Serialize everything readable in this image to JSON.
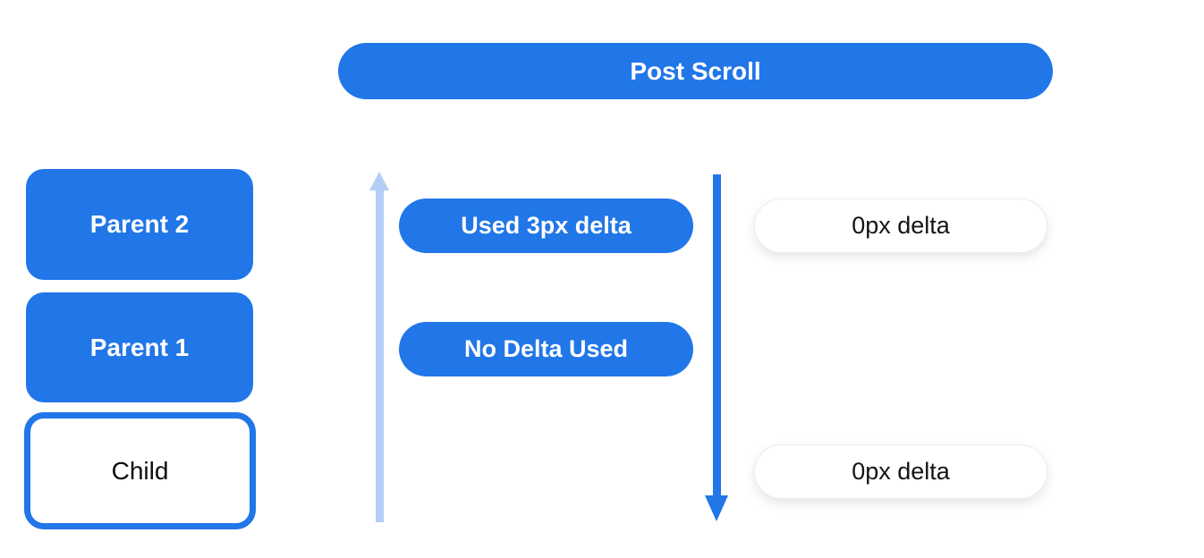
{
  "diagram": {
    "title": "Post Scroll",
    "stack": [
      {
        "id": "parent-2",
        "label": "Parent 2",
        "variant": "filled"
      },
      {
        "id": "parent-1",
        "label": "Parent 1",
        "variant": "filled"
      },
      {
        "id": "child",
        "label": "Child",
        "variant": "outlined"
      }
    ],
    "annotations": {
      "used_delta": "Used 3px delta",
      "no_delta_used": "No Delta Used",
      "zero_delta_top": "0px delta",
      "zero_delta_bottom": "0px delta"
    },
    "arrows": [
      {
        "name": "scroll-up-arrow",
        "direction": "up",
        "color": "#b4cdf5"
      },
      {
        "name": "scroll-down-arrow",
        "direction": "down",
        "color": "#2176e8"
      }
    ],
    "colors": {
      "accent_blue": "#2176e8",
      "accent_light_blue": "#b4cdf5",
      "background": "#ffffff",
      "dark_text": "#141414",
      "white_pill_border": "#ececec"
    }
  }
}
